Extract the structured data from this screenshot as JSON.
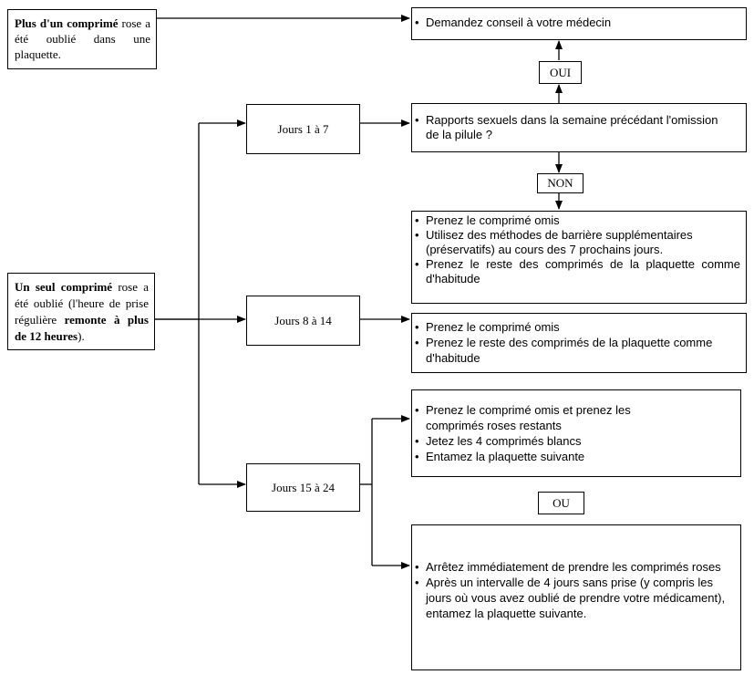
{
  "box_one": {
    "bold": "Plus d'un comprimé",
    "rest": "rose a été oublié dans une plaquette."
  },
  "box_single": {
    "p1": "Un seul comprimé",
    "p2": " rose a été oublié (l'heure de prise régulière ",
    "p3": "remonte à plus de 12 heures",
    "p4": ")."
  },
  "days": {
    "d1": "Jours 1 à 7",
    "d2": "Jours 8 à 14",
    "d3": "Jours 15 à 24"
  },
  "doctor": "Demandez conseil à votre médecin",
  "oui": "OUI",
  "non": "NON",
  "ou": "OU",
  "question": "Rapports sexuels dans la semaine précédant l'omission de la pilule ?",
  "actions_no": [
    "Prenez le comprimé omis",
    "Utilisez des méthodes de barrière supplémentaires (préservatifs) au cours des 7 prochains jours.",
    "Prenez le reste des comprimés de la plaquette comme d'habitude"
  ],
  "actions_8_14": [
    "Prenez le comprimé omis",
    "Prenez le reste des comprimés de la plaquette comme d'habitude"
  ],
  "option_a": [
    "Prenez le comprimé omis et prenez les comprimés roses restants",
    "Jetez les 4 comprimés blancs",
    "Entamez la plaquette suivante"
  ],
  "option_b": [
    "Arrêtez immédiatement de prendre les comprimés roses",
    "Après un intervalle de 4 jours sans prise (y compris les jours où vous avez oublié de prendre votre médicament), entamez la plaquette suivante."
  ]
}
